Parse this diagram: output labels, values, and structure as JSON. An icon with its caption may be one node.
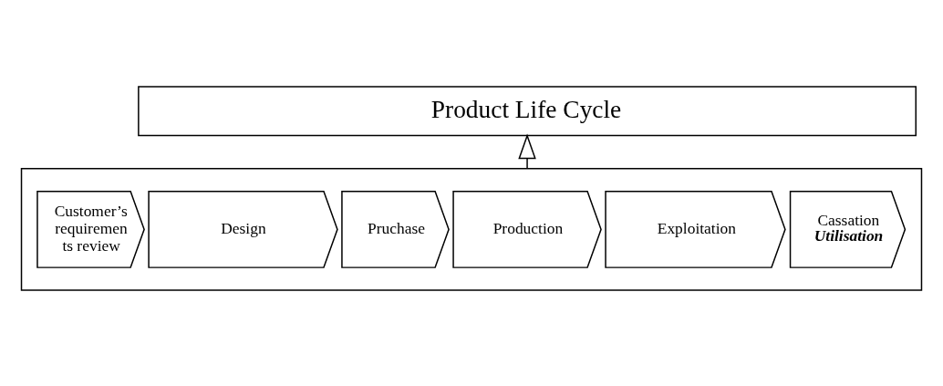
{
  "diagram": {
    "nodes": [
      {
        "text": [
          "Product Life Cycle"
        ]
      },
      {
        "text": [],
        "shape": "box"
      },
      {
        "text": [
          "Customer’s requiremen ts review"
        ],
        "in": 1
      },
      {
        "text": [
          "Design"
        ],
        "in": 1
      },
      {
        "text": [
          "Pruchase"
        ],
        "in": 1
      },
      {
        "text": [
          "Production"
        ],
        "in": 1
      },
      {
        "text": [
          "Exploitation"
        ],
        "in": 1
      },
      {
        "text": [
          "Cassation",
          "Utilisation"
        ],
        "in": 1
      }
    ],
    "edges": [
      {
        "from": 1,
        "to": 0,
        "arrow": "to"
      }
    ]
  }
}
